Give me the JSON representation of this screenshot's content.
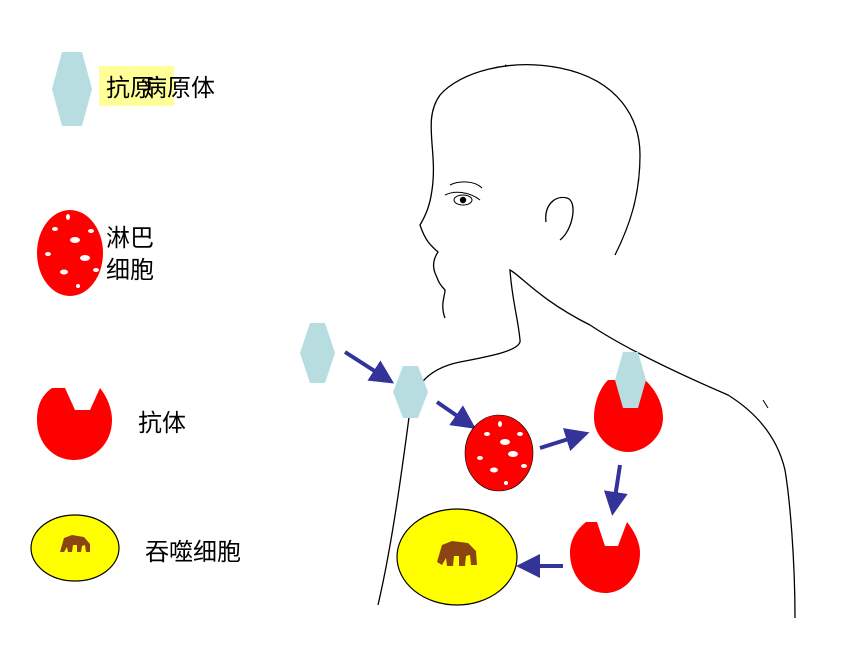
{
  "legend": {
    "pathogen_overlap_text": "抗原",
    "pathogen_label": "病原体",
    "lymphocyte_label_line1": "淋巴",
    "lymphocyte_label_line2": "细胞",
    "antibody_label": "抗体",
    "phagocyte_label": "吞噬细胞"
  },
  "colors": {
    "pathogen": "#b8dde0",
    "cell_red": "#ff0000",
    "phagocyte": "#ffff00",
    "nucleus": "#8b4513",
    "arrow": "#333399",
    "highlight": "#ffff99"
  }
}
